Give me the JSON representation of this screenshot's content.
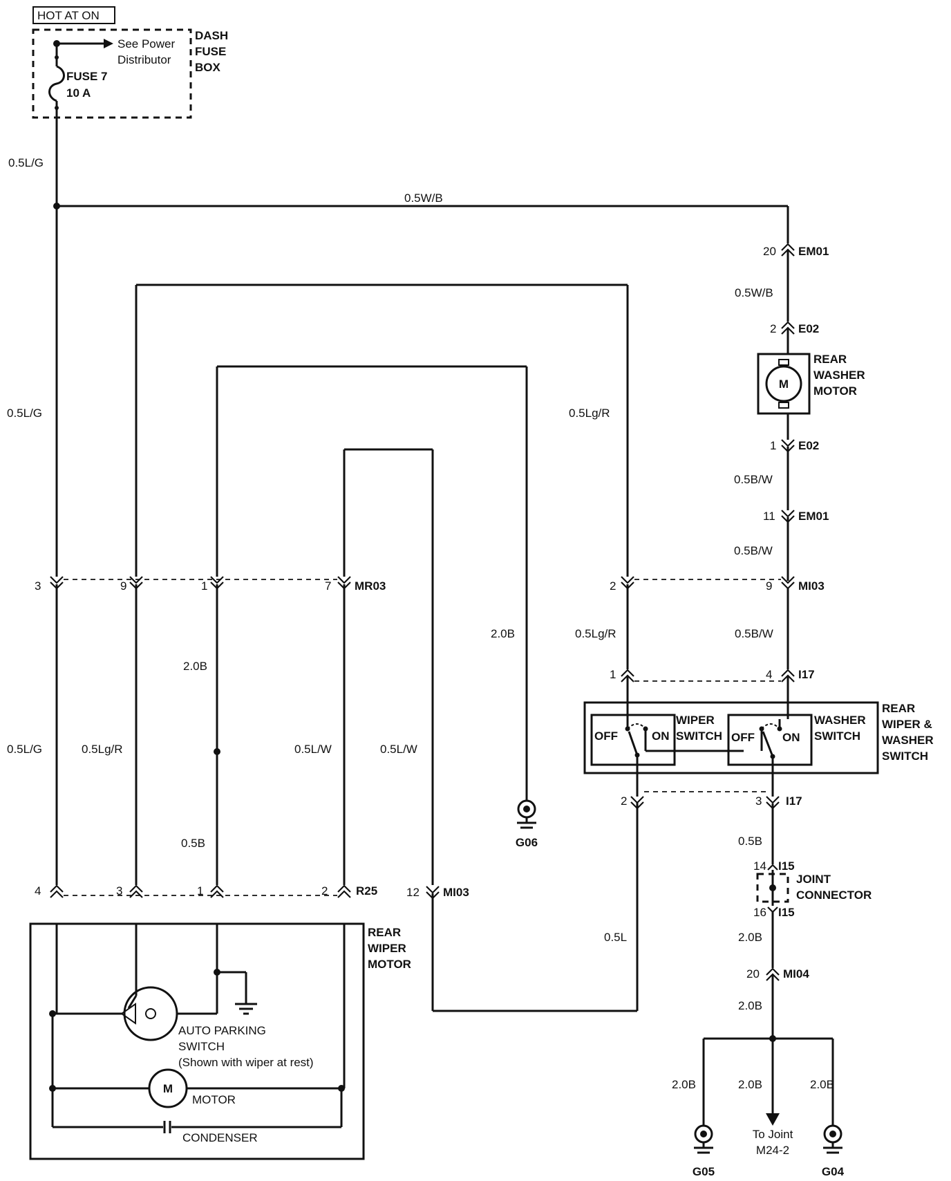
{
  "power": {
    "hot_label": "HOT AT ON",
    "see_power_1": "See Power",
    "see_power_2": "Distributor",
    "fuse_box_1": "DASH",
    "fuse_box_2": "FUSE",
    "fuse_box_3": "BOX",
    "fuse_name": "FUSE 7",
    "fuse_rating": "10 A"
  },
  "wires": {
    "lg_top": "0.5L/G",
    "wb_top": "0.5W/B",
    "wb_mid": "0.5W/B",
    "lg_mid": "0.5L/G",
    "lgr_upper": "0.5Lg/R",
    "bw_1": "0.5B/W",
    "bw_2": "0.5B/W",
    "bw_3": "0.5B/W",
    "b20_g06": "2.0B",
    "lgr_mid": "0.5Lg/R",
    "b20_mid": "2.0B",
    "lg_low": "0.5L/G",
    "lgr_low": "0.5Lg/R",
    "lw_1": "0.5L/W",
    "lw_2": "0.5L/W",
    "b05_left": "0.5B",
    "b05_right": "0.5B",
    "l05": "0.5L",
    "b20_jc": "2.0B",
    "b20_mi04": "2.0B",
    "b20_g05": "2.0B",
    "b20_joint": "2.0B",
    "b20_g04": "2.0B"
  },
  "connectors": {
    "em01_top": {
      "pin": "20",
      "name": "EM01"
    },
    "e02_top": {
      "pin": "2",
      "name": "E02"
    },
    "e02_bot": {
      "pin": "1",
      "name": "E02"
    },
    "em01_bot": {
      "pin": "11",
      "name": "EM01"
    },
    "mr03": {
      "pins": [
        "3",
        "9",
        "1",
        "7"
      ],
      "name": "MR03"
    },
    "mi03_top": {
      "pins": [
        "2",
        "9"
      ],
      "name": "MI03"
    },
    "i17_top": {
      "pins": [
        "1",
        "4"
      ],
      "name": "I17"
    },
    "i17_bot": {
      "pins": [
        "2",
        "3"
      ],
      "name": "I17"
    },
    "i15_top": {
      "pin": "14",
      "name": "I15"
    },
    "i15_bot": {
      "pin": "16",
      "name": "I15"
    },
    "r25": {
      "pins": [
        "4",
        "3",
        "1",
        "2"
      ],
      "name": "R25"
    },
    "mi03_bot": {
      "pin": "12",
      "name": "MI03"
    },
    "mi04": {
      "pin": "20",
      "name": "MI04"
    }
  },
  "components": {
    "washer_motor": [
      "REAR",
      "WASHER",
      "MOTOR"
    ],
    "motor_symbol": "M",
    "switch_assembly": [
      "REAR",
      "WIPER &",
      "WASHER",
      "SWITCH"
    ],
    "wiper_switch": [
      "WIPER",
      "SWITCH"
    ],
    "washer_switch": [
      "WASHER",
      "SWITCH"
    ],
    "off_label": "OFF",
    "on_label": "ON",
    "joint_connector": [
      "JOINT",
      "CONNECTOR"
    ],
    "wiper_motor": [
      "REAR",
      "WIPER",
      "MOTOR"
    ],
    "auto_parking": [
      "AUTO PARKING",
      "SWITCH",
      "(Shown with wiper at rest)"
    ],
    "motor_label": "MOTOR",
    "condenser_label": "CONDENSER"
  },
  "grounds": {
    "g06": "G06",
    "g05": "G05",
    "g04": "G04",
    "to_joint_1": "To Joint",
    "to_joint_2": "M24-2"
  }
}
